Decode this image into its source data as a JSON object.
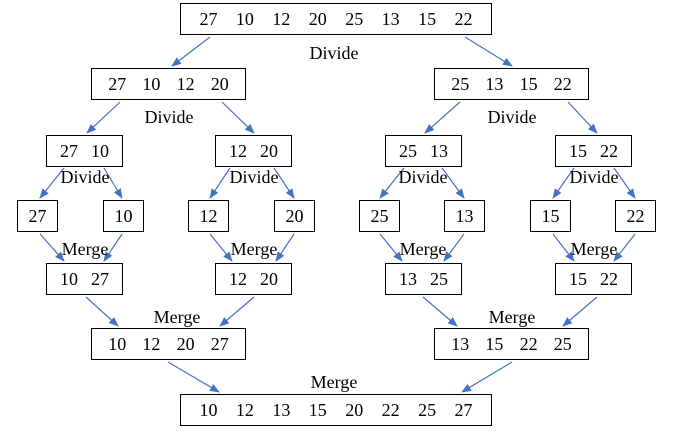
{
  "diagram": {
    "arrow_color": "#4472C4",
    "nodes": [
      {
        "id": "root",
        "values": [
          "27",
          "10",
          "12",
          "20",
          "25",
          "13",
          "15",
          "22"
        ]
      },
      {
        "id": "L",
        "values": [
          "27",
          "10",
          "12",
          "20"
        ]
      },
      {
        "id": "R",
        "values": [
          "25",
          "13",
          "15",
          "22"
        ]
      },
      {
        "id": "LL",
        "values": [
          "27",
          "10"
        ]
      },
      {
        "id": "LR",
        "values": [
          "12",
          "20"
        ]
      },
      {
        "id": "RL",
        "values": [
          "25",
          "13"
        ]
      },
      {
        "id": "RR",
        "values": [
          "15",
          "22"
        ]
      },
      {
        "id": "s27",
        "values": [
          "27"
        ]
      },
      {
        "id": "s10",
        "values": [
          "10"
        ]
      },
      {
        "id": "s12",
        "values": [
          "12"
        ]
      },
      {
        "id": "s20",
        "values": [
          "20"
        ]
      },
      {
        "id": "s25",
        "values": [
          "25"
        ]
      },
      {
        "id": "s13",
        "values": [
          "13"
        ]
      },
      {
        "id": "s15",
        "values": [
          "15"
        ]
      },
      {
        "id": "s22",
        "values": [
          "22"
        ]
      },
      {
        "id": "mLL",
        "values": [
          "10",
          "27"
        ]
      },
      {
        "id": "mLR",
        "values": [
          "12",
          "20"
        ]
      },
      {
        "id": "mRL",
        "values": [
          "13",
          "25"
        ]
      },
      {
        "id": "mRR",
        "values": [
          "15",
          "22"
        ]
      },
      {
        "id": "mL",
        "values": [
          "10",
          "12",
          "20",
          "27"
        ]
      },
      {
        "id": "mR",
        "values": [
          "13",
          "15",
          "22",
          "25"
        ]
      },
      {
        "id": "final",
        "values": [
          "10",
          "12",
          "13",
          "15",
          "20",
          "22",
          "25",
          "27"
        ]
      }
    ],
    "labels": [
      {
        "id": "divide-1",
        "text": "Divide"
      },
      {
        "id": "divide-2a",
        "text": "Divide"
      },
      {
        "id": "divide-2b",
        "text": "Divide"
      },
      {
        "id": "divide-3a",
        "text": "Divide"
      },
      {
        "id": "divide-3b",
        "text": "Divide"
      },
      {
        "id": "divide-3c",
        "text": "Divide"
      },
      {
        "id": "divide-3d",
        "text": "Divide"
      },
      {
        "id": "merge-1a",
        "text": "Merge"
      },
      {
        "id": "merge-1b",
        "text": "Merge"
      },
      {
        "id": "merge-1c",
        "text": "Merge"
      },
      {
        "id": "merge-1d",
        "text": "Merge"
      },
      {
        "id": "merge-2a",
        "text": "Merge"
      },
      {
        "id": "merge-2b",
        "text": "Merge"
      },
      {
        "id": "merge-3",
        "text": "Merge"
      }
    ]
  }
}
